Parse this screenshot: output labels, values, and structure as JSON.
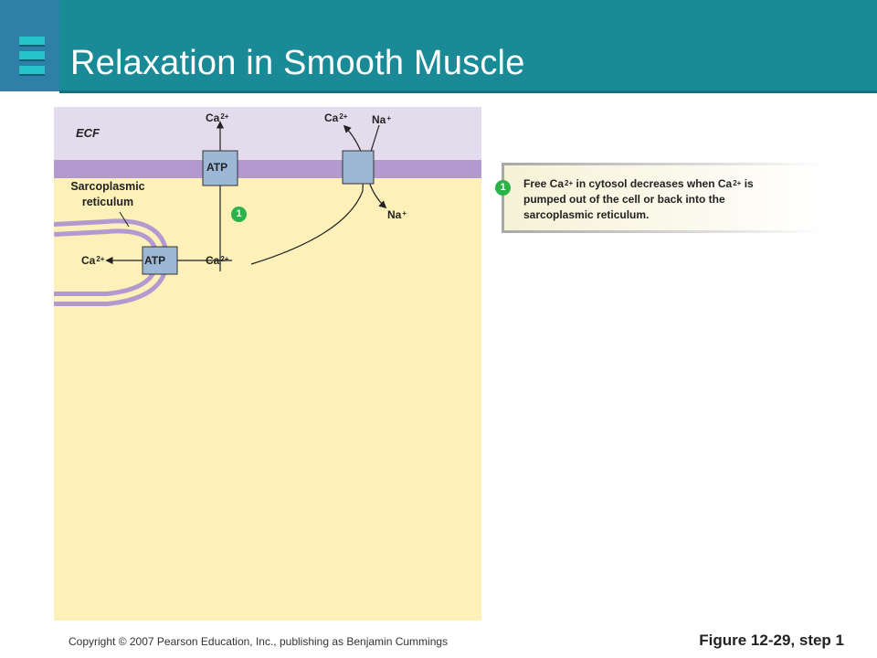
{
  "title": "Relaxation in Smooth Muscle",
  "diagram": {
    "ecf_label": "ECF",
    "sr_label_line1": "Sarcoplasmic",
    "sr_label_line2": "reticulum",
    "atp_label": "ATP",
    "ca_label": "Ca",
    "ca_charge": "2+",
    "na_label": "Na",
    "na_charge": "+",
    "step_number": "1",
    "colors": {
      "ecf": "#e3dced",
      "cytosol": "#fdf0b8",
      "membrane": "#b29ad1",
      "pump": "#9db8d6",
      "step_badge": "#2bb34a"
    }
  },
  "caption": {
    "step_number": "1",
    "part1": "Free Ca",
    "charge1": "2+",
    "part2": " in cytosol decreases when Ca",
    "charge2": "2+",
    "part3": " is pumped out of the cell or back into the sarcoplasmic reticulum."
  },
  "footer": {
    "copyright": "Copyright © 2007 Pearson Education, Inc., publishing as Benjamin Cummings",
    "figure_label": "Figure 12-29, step 1"
  }
}
